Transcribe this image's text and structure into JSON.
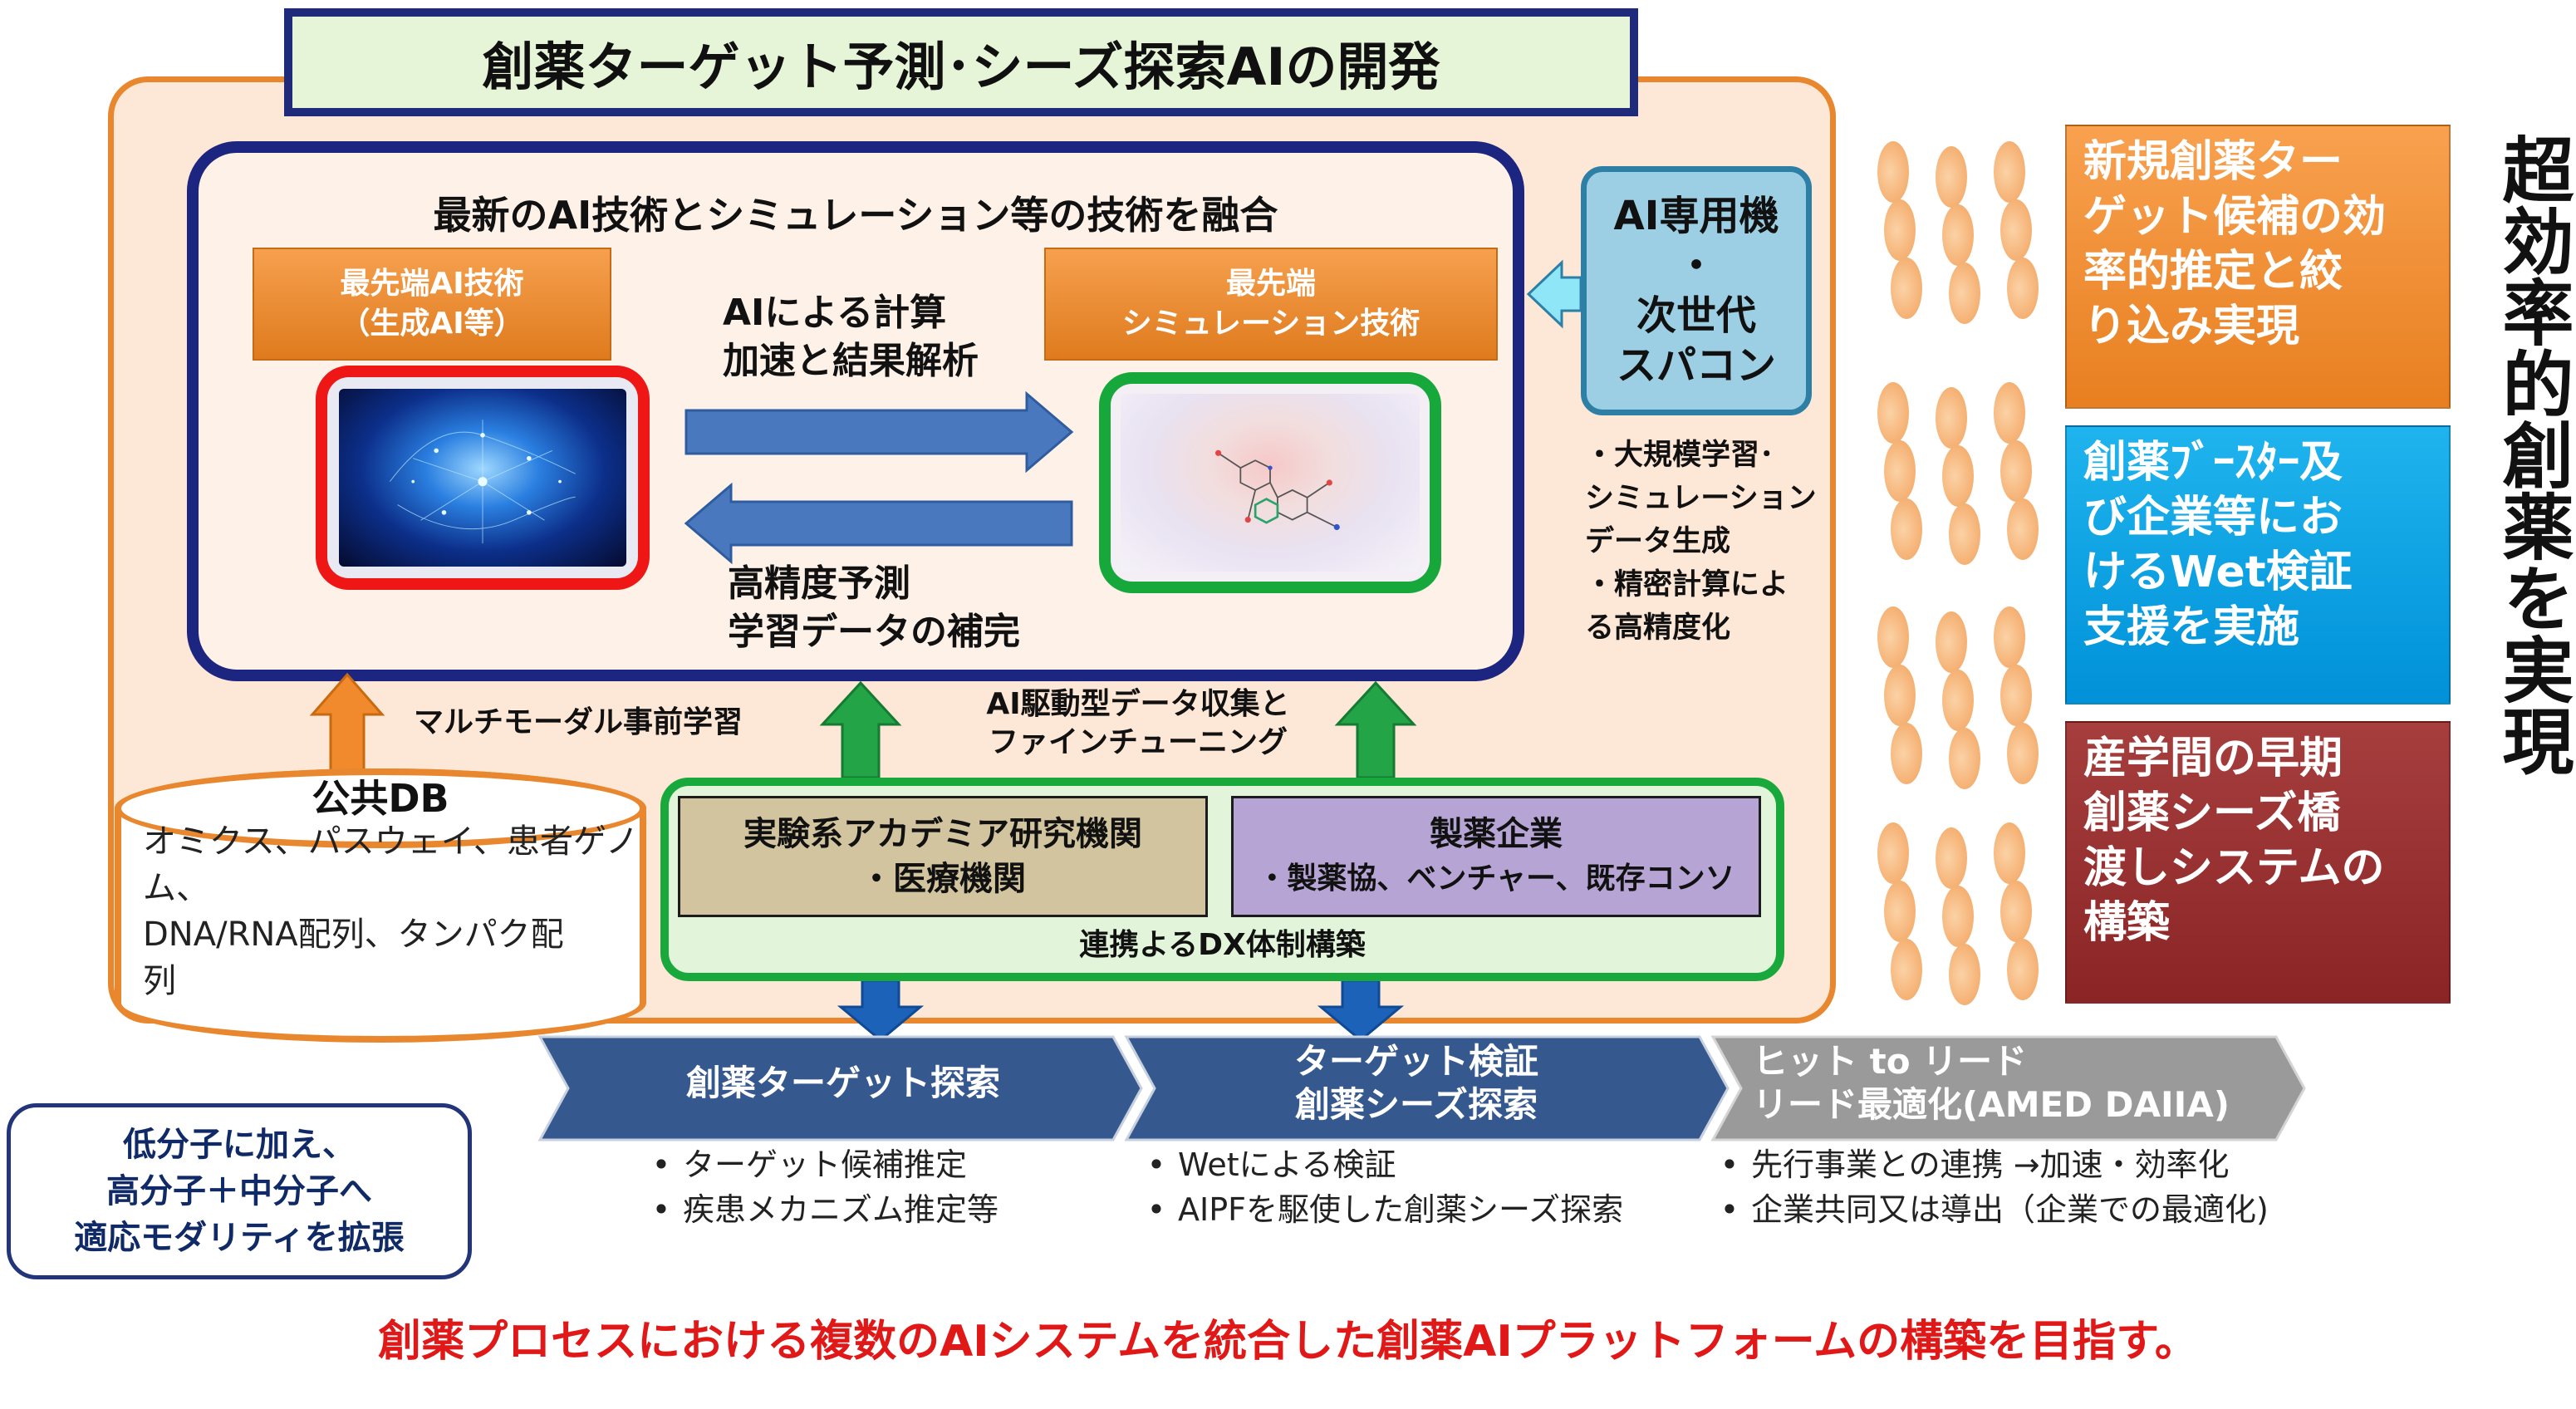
{
  "title": "創薬ターゲット予測･シーズ探索AIの開発",
  "fusion": {
    "title": "最新のAI技術とシミュレーション等の技術を融合",
    "ai_tech_line1": "最先端AI技術",
    "ai_tech_line2": "（生成AI等）",
    "sim_tech_line1": "最先端",
    "sim_tech_line2": "シミュレーション技術",
    "calc_line1": "AIによる計算",
    "calc_line2": "加速と結果解析",
    "predict_line1": "高精度予測",
    "predict_line2": "学習データの補完"
  },
  "hardware": {
    "line1": "AI専用機",
    "line2": "・",
    "line3": "次世代",
    "line4": "スパコン",
    "notes": [
      "・大規模学習･",
      "シミュレーション",
      "データ生成",
      "・精密計算によ",
      "る高精度化"
    ]
  },
  "connections": {
    "multimodal": "マルチモーダル事前学習",
    "dx_line1": "AI駆動型データ収集と",
    "dx_line2": "ファインチューニング"
  },
  "public_db": {
    "title": "公共DB",
    "body_line1": "オミクス、パスウェイ、患者ゲノム、",
    "body_line2": "DNA/RNA配列、タンパク配",
    "body_line3": "列"
  },
  "collaboration": {
    "academia_line1": "実験系アカデミア研究機関",
    "academia_line2": "・医療機関",
    "pharma_line1": "製薬企業",
    "pharma_line2": "・製薬協、ベンチャー、既存コンソ",
    "footer": "連携よるDX体制構築"
  },
  "pipeline": {
    "step1": "創薬ターゲット探索",
    "step2_line1": "ターゲット検証",
    "step2_line2": "創薬シーズ探索",
    "step3_line1": "ヒット to リード",
    "step3_line2": "リード最適化(AMED DAIIA)",
    "bullets1": [
      "ターゲット候補推定",
      "疾患メカニズム推定等"
    ],
    "bullets2": [
      "Wetによる検証",
      "AIPFを駆使した創薬シーズ探索"
    ],
    "bullets3": [
      "先行事業との連携 →加速・効率化",
      "企業共同又は導出（企業での最適化)"
    ]
  },
  "modality": {
    "line1": "低分子に加え、",
    "line2": "高分子＋中分子へ",
    "line3": "適応モダリティを拡張"
  },
  "outcomes": {
    "box1": [
      "新規創薬ター",
      "ゲット候補の効",
      "率的推定と絞",
      "り込み実現"
    ],
    "box2": [
      "創薬ﾌﾞｰｽﾀｰ及",
      "び企業等にお",
      "けるWet検証",
      "支援を実施"
    ],
    "box3": [
      "産学間の早期",
      "創薬シーズ橋",
      "渡しシステムの",
      "構築"
    ]
  },
  "slogan": "超効率的創薬を実現",
  "footer": "創薬プロセスにおける複数のAIシステムを統合した創薬AIプラットフォームの構築を目指す。",
  "colors": {
    "frame_orange": "#e8872e",
    "navy": "#1c2580",
    "green": "#19a83c",
    "red_frame": "#ef1616",
    "arrow_blue": "#4472b8",
    "footer_red": "#e01818",
    "outcome_orange": "#f0902e",
    "outcome_blue": "#0aa2e2",
    "outcome_red": "#993232"
  }
}
